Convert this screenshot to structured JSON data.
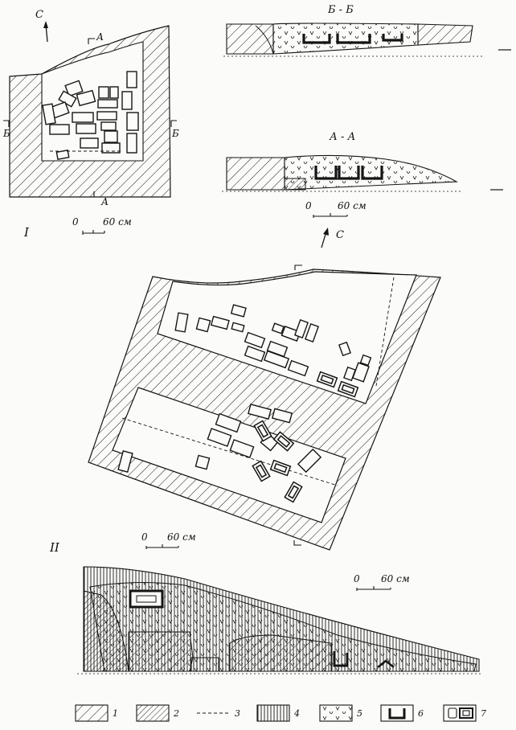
{
  "labels": {
    "north": "С",
    "sec_a": "А",
    "sec_b": "Б",
    "section_bb": "Б - Б",
    "section_aa": "А - А",
    "scale_zero": "0",
    "scale_60": "60 см",
    "plan_one": "I",
    "plan_two": "II"
  },
  "legend": {
    "items": [
      {
        "num": "1",
        "pattern": "diagonal-hatch"
      },
      {
        "num": "2",
        "pattern": "dense-diagonal-hatch"
      },
      {
        "num": "3",
        "pattern": "dashed-line"
      },
      {
        "num": "4",
        "pattern": "vertical-hatch"
      },
      {
        "num": "5",
        "pattern": "v-marks"
      },
      {
        "num": "6",
        "pattern": "u-profile"
      },
      {
        "num": "7",
        "pattern": "framed-box"
      }
    ]
  },
  "colors": {
    "ink": "#151515",
    "paper": "#fbfbf9"
  }
}
